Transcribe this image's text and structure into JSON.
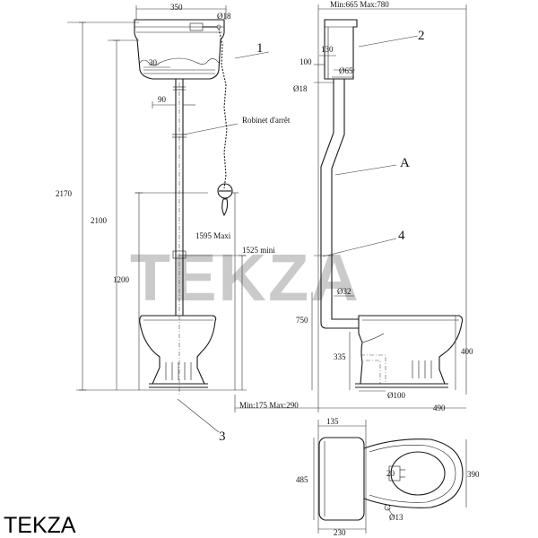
{
  "watermark": "TEKZA",
  "brand": "TEKZA",
  "callouts": {
    "c1": "1",
    "c2": "2",
    "c3": "3",
    "c4": "4",
    "cA": "A"
  },
  "front": {
    "tank_width": "350",
    "outlet_dia": "Ø18",
    "inner_30": "30",
    "pipe_90": "90",
    "valve": "Robinet d'arrêt",
    "h_total": "2170",
    "h_2100": "2100",
    "h_1200": "1200",
    "h_max": "1595 Maxi",
    "h_min": "1525 mini",
    "range_bottom": "Min:175  Max:290"
  },
  "side": {
    "range_top": "Min:665  Max:780",
    "d130": "130",
    "d100": "100",
    "d65": "Ø65",
    "d18": "Ø18",
    "d32": "Ø32",
    "h750": "750",
    "h335": "335",
    "h400": "400",
    "d100b": "Ø100",
    "w490": "490"
  },
  "plan": {
    "w135": "135",
    "h485": "485",
    "h390": "390",
    "d20": "20",
    "d13": "Ø13",
    "w230": "230"
  }
}
